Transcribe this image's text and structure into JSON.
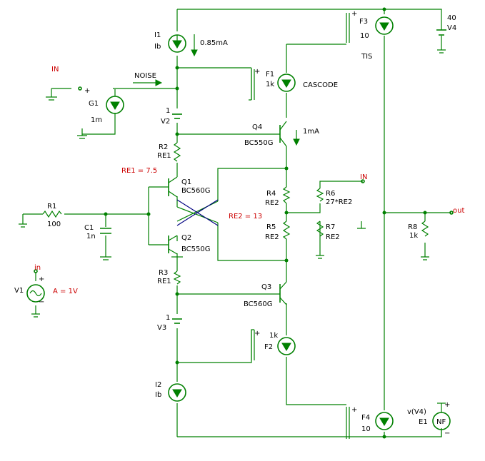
{
  "colors": {
    "wire": "#008000",
    "cross_wire": "#000080",
    "label": "#000000",
    "net_label": "#cc0000"
  },
  "labels": {
    "i1_ref": "I1",
    "i1_val": "Ib",
    "i1_cur": "0.85mA",
    "in_top": "IN",
    "noise": "NOISE",
    "g1_ref": "G1",
    "g1_val": "1m",
    "v2_val": "1",
    "v2_ref": "V2",
    "f1_ref": "F1",
    "f1_val": "1k",
    "cascode": "CASCODE",
    "f3_ref": "F3",
    "f3_val": "10",
    "tis": "TIS",
    "v4_val": "40",
    "v4_ref": "V4",
    "q4_ref": "Q4",
    "q4_part": "BC550G",
    "q4_cur": "1mA",
    "r2_ref": "R2",
    "r2_val": "RE1",
    "re1_note": "RE1 = 7.5",
    "q1_ref": "Q1",
    "q1_part": "BC560G",
    "in_right": "IN",
    "r4_ref": "R4",
    "r4_val": "RE2",
    "r6_ref": "R6",
    "r6_val": "27*RE2",
    "r1_ref": "R1",
    "r1_val": "100",
    "c1_ref": "C1",
    "c1_val": "1n",
    "re2_note": "RE2 = 13",
    "r5_ref": "R5",
    "r5_val": "RE2",
    "r7_ref": "R7",
    "r7_val": "RE2",
    "r8_ref": "R8",
    "r8_val": "1k",
    "out": "out",
    "q2_ref": "Q2",
    "q2_part": "BC550G",
    "in_src": "in",
    "v1_ref": "V1",
    "a_note": "A = 1V",
    "r3_ref": "R3",
    "r3_val": "RE1",
    "q3_ref": "Q3",
    "q3_part": "BC560G",
    "v3_val": "1",
    "v3_ref": "V3",
    "f2_val": "1k",
    "f2_ref": "F2",
    "i2_ref": "I2",
    "i2_val": "Ib",
    "f4_ref": "F4",
    "f4_val": "10",
    "e1_vlabel": "v(V4)",
    "e1_ref": "E1",
    "nf": "NF"
  }
}
